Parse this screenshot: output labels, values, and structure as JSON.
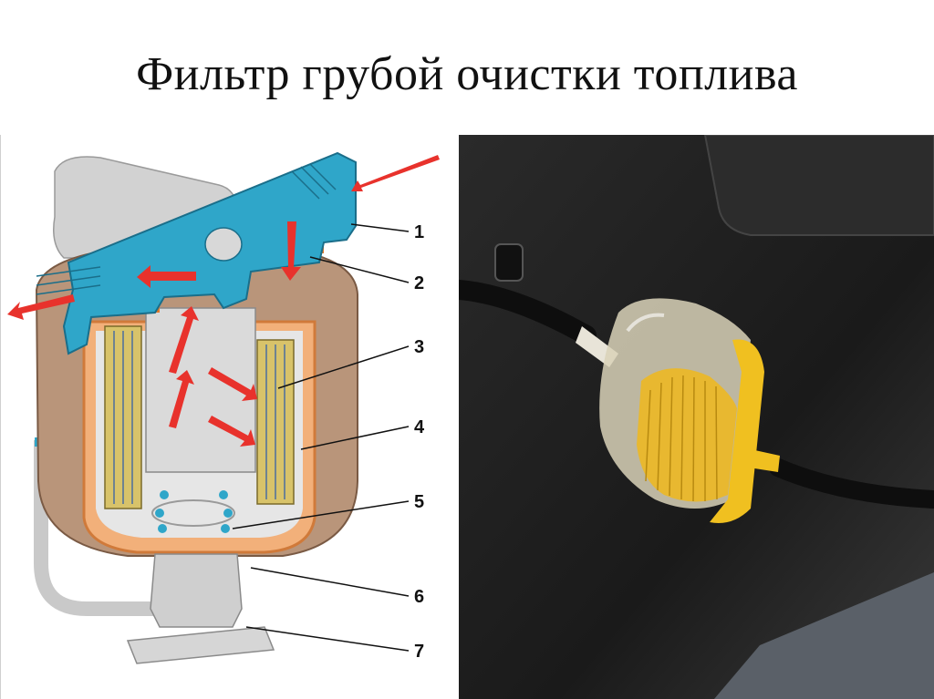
{
  "title": "Фильтр грубой очистки топлива",
  "callouts": [
    "1",
    "2",
    "3",
    "4",
    "5",
    "6",
    "7"
  ],
  "colors": {
    "housing": "#b9957a",
    "cover": "#2fa6c9",
    "gasket": "#e07a2c",
    "flow_arrow": "#e8322c",
    "filter_mesh": "#d8c36a",
    "filter_body_photo": "#f0c020"
  }
}
